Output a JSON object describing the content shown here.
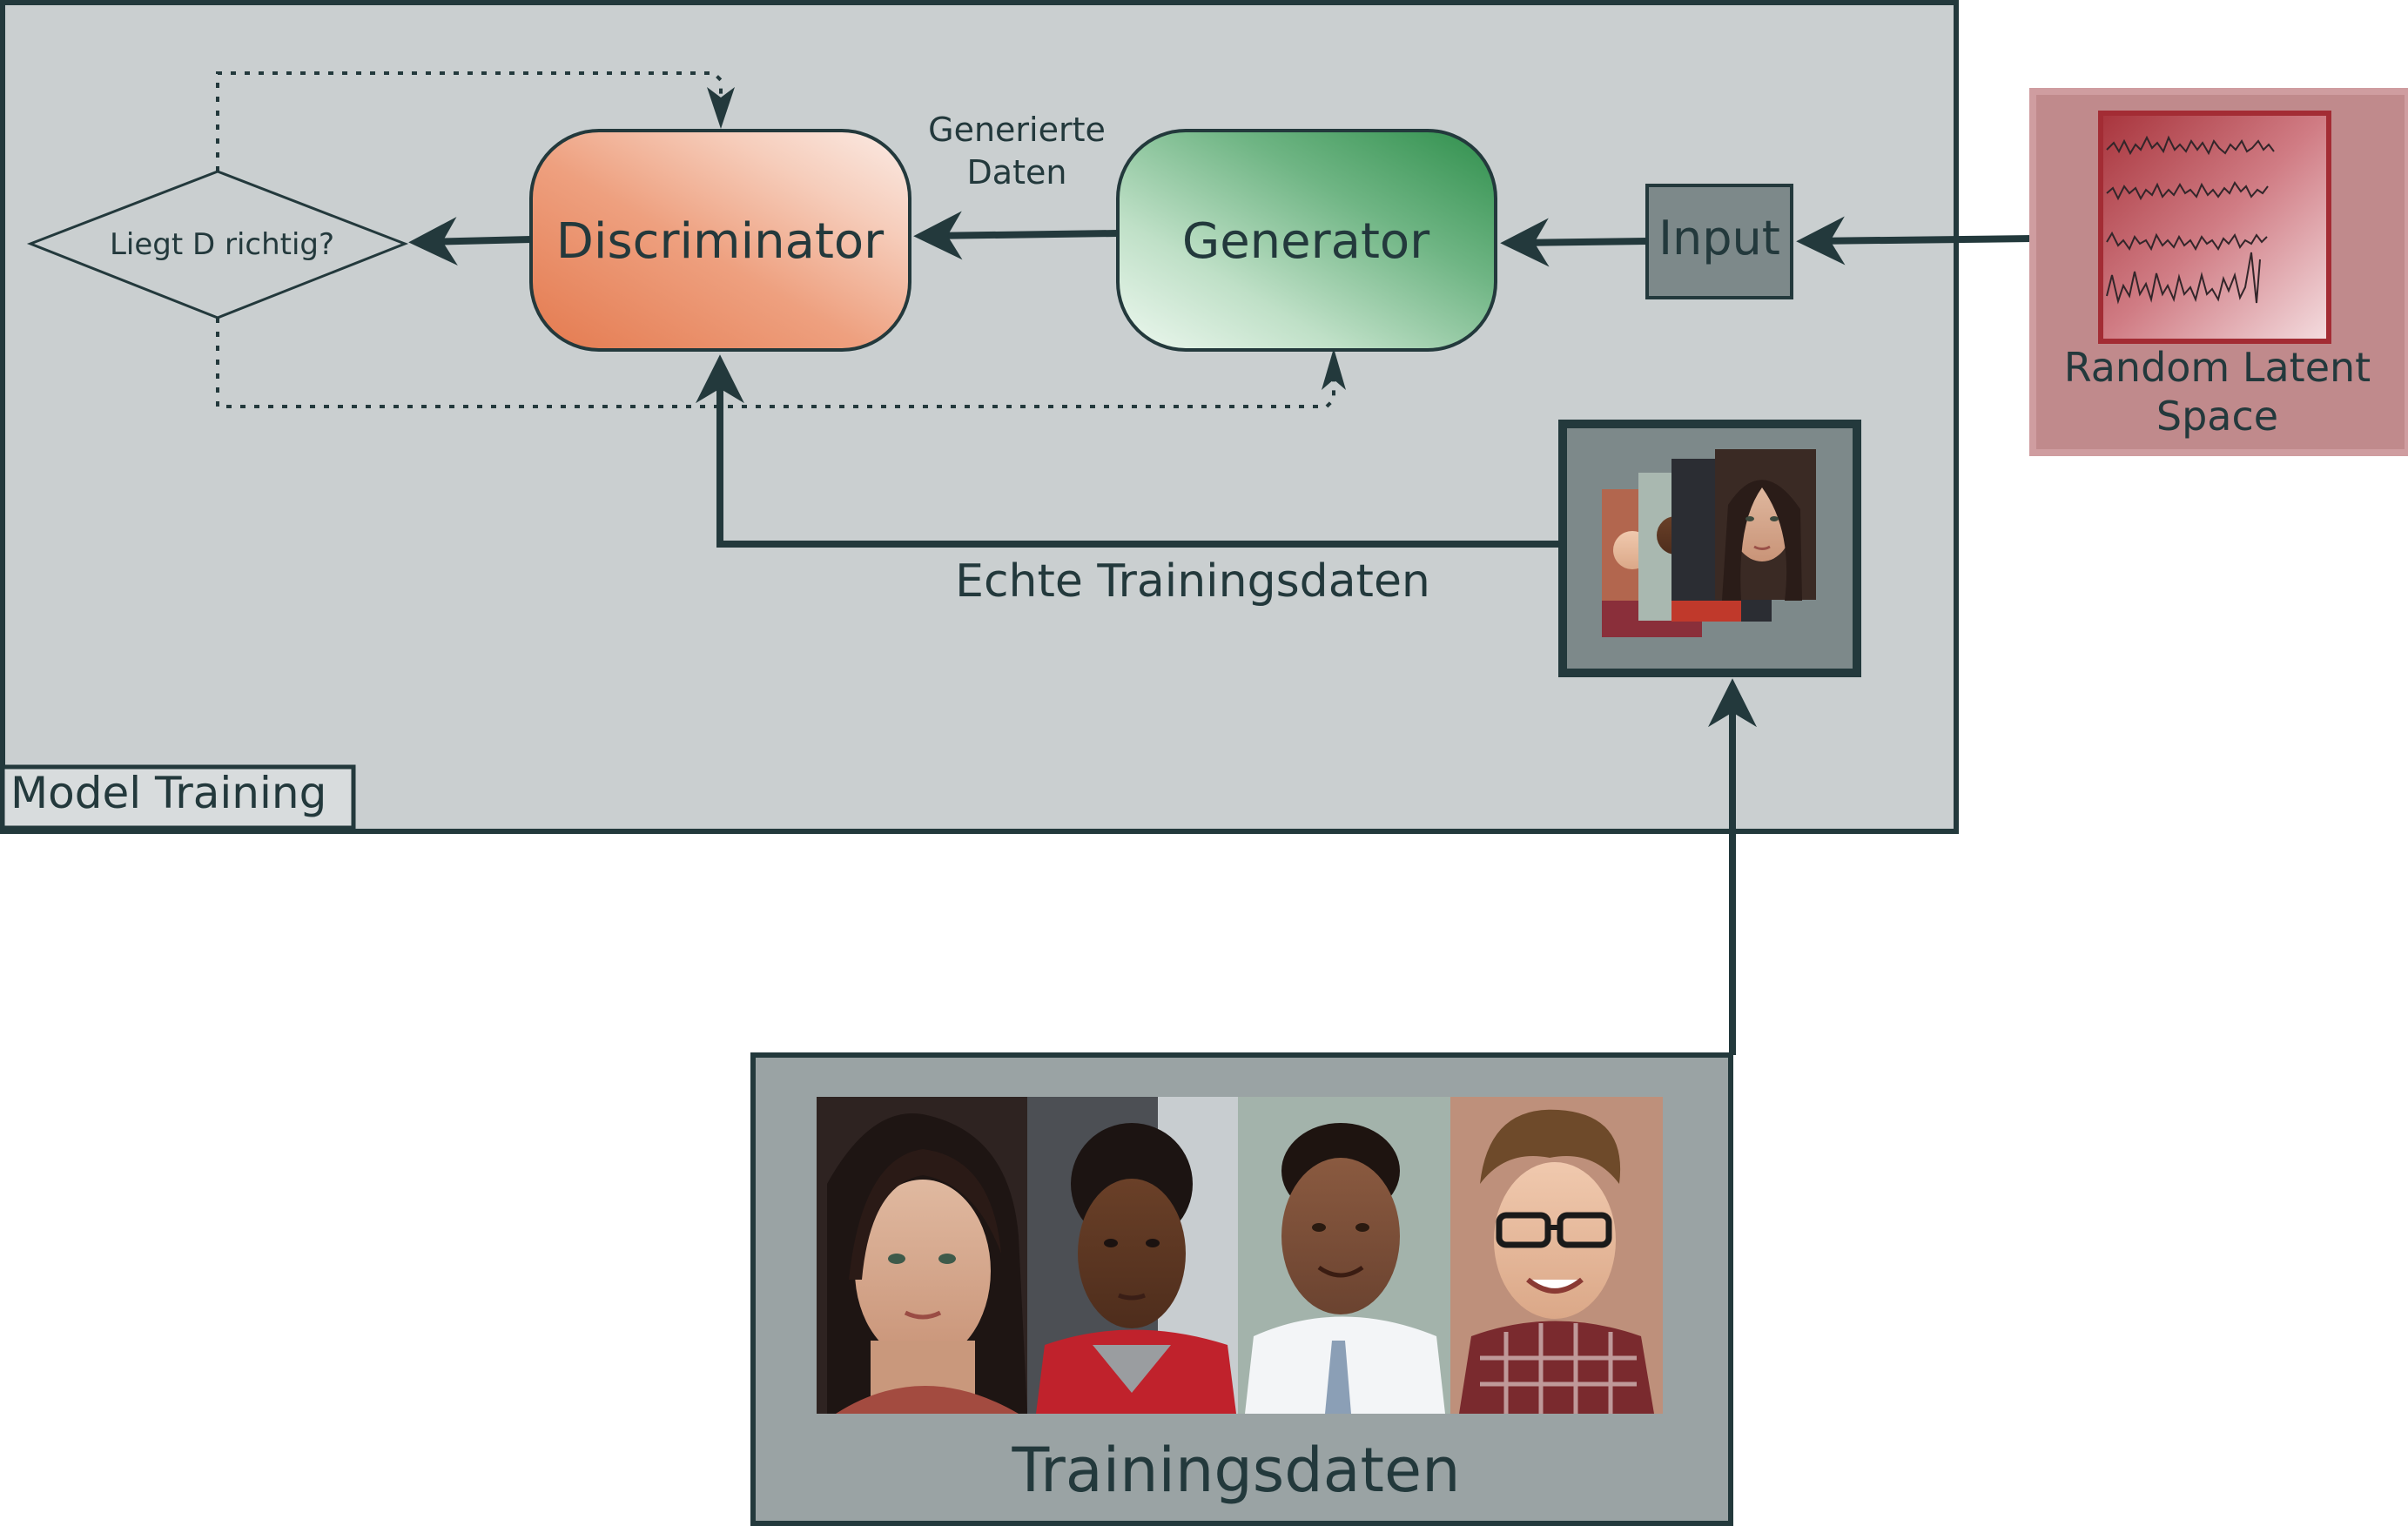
{
  "diagram": {
    "model_training_label": "Model Training",
    "discriminator_label": "Discriminator",
    "generator_label": "Generator",
    "input_label": "Input",
    "decision_label": "Liegt D richtig?",
    "generated_data_label": [
      "Generierte",
      "Daten"
    ],
    "real_training_data_label": "Echte Trainingsdaten",
    "random_latent_space_label": [
      "Random Latent",
      "Space"
    ],
    "training_data_label": "Trainingsdaten"
  },
  "colors": {
    "dark": "#23393c",
    "model_training_bg": "#cacfd0",
    "discriminator_gradient": [
      "#e8835a",
      "#f9e8e2"
    ],
    "generator_gradient": [
      "#3b9a5a",
      "#e8f5ea"
    ],
    "input_bg": "#7d898a",
    "latent_space_bg": "#c08a8c",
    "latent_space_inner": "#a8343c",
    "training_data_bg": "#9aa3a4"
  },
  "icons": [
    "noise-waveform-icon",
    "face-photo-icon"
  ]
}
